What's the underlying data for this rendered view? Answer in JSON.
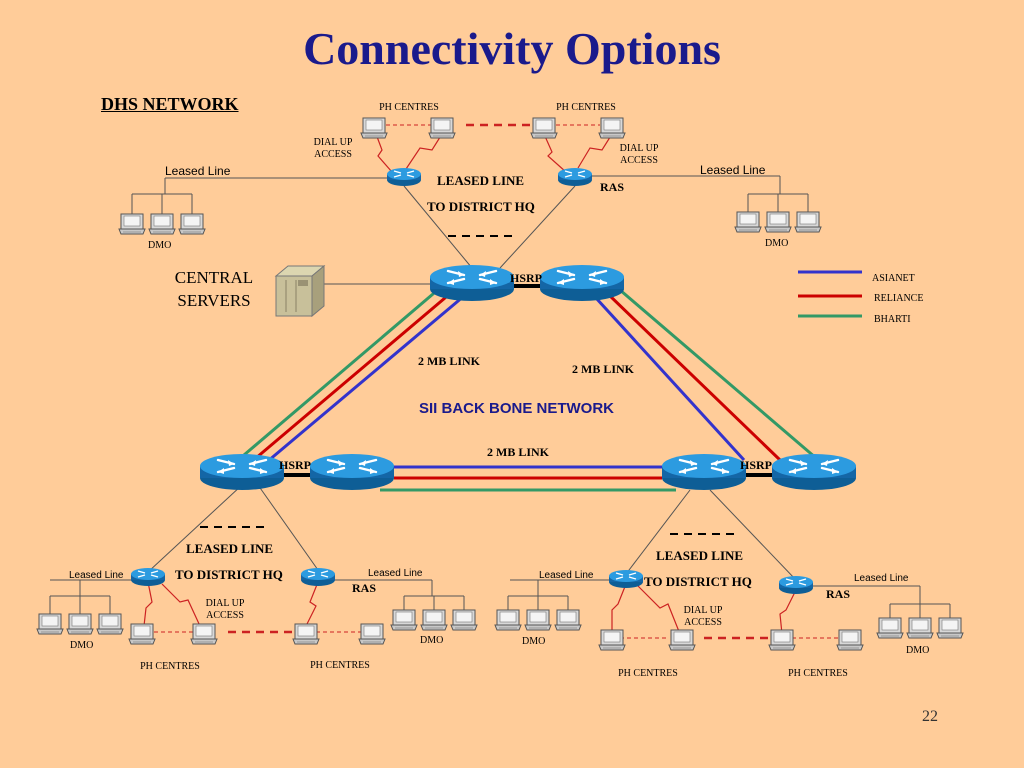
{
  "title": "Connectivity Options",
  "network_label": "DHS NETWORK",
  "central_servers": "CENTRAL SERVERS",
  "page_number": "22",
  "labels": {
    "ph_centres": "PH CENTRES",
    "dial_up_access": "DIAL UP ACCESS",
    "leased_line": "Leased Line",
    "leased_line_caps": "LEASED LINE",
    "to_district_hq": "TO DISTRICT HQ",
    "ras": "RAS",
    "dmo": "DMO",
    "hsrp": "HSRP",
    "two_mb_link": "2 MB LINK",
    "backbone": "SII  BACK BONE  NETWORK"
  },
  "legend": [
    {
      "label": "ASIANET",
      "color": "#3333CC"
    },
    {
      "label": "RELIANCE",
      "color": "#CC0000"
    },
    {
      "label": "BHARTI",
      "color": "#339966"
    }
  ],
  "colors": {
    "background": "#FFCC99",
    "title": "#1A1A8C",
    "router": "#1E88C8",
    "asianet": "#3333CC",
    "reliance": "#CC0000",
    "bharti": "#339966"
  },
  "icons": [
    "router-icon",
    "computer-icon",
    "server-icon"
  ]
}
